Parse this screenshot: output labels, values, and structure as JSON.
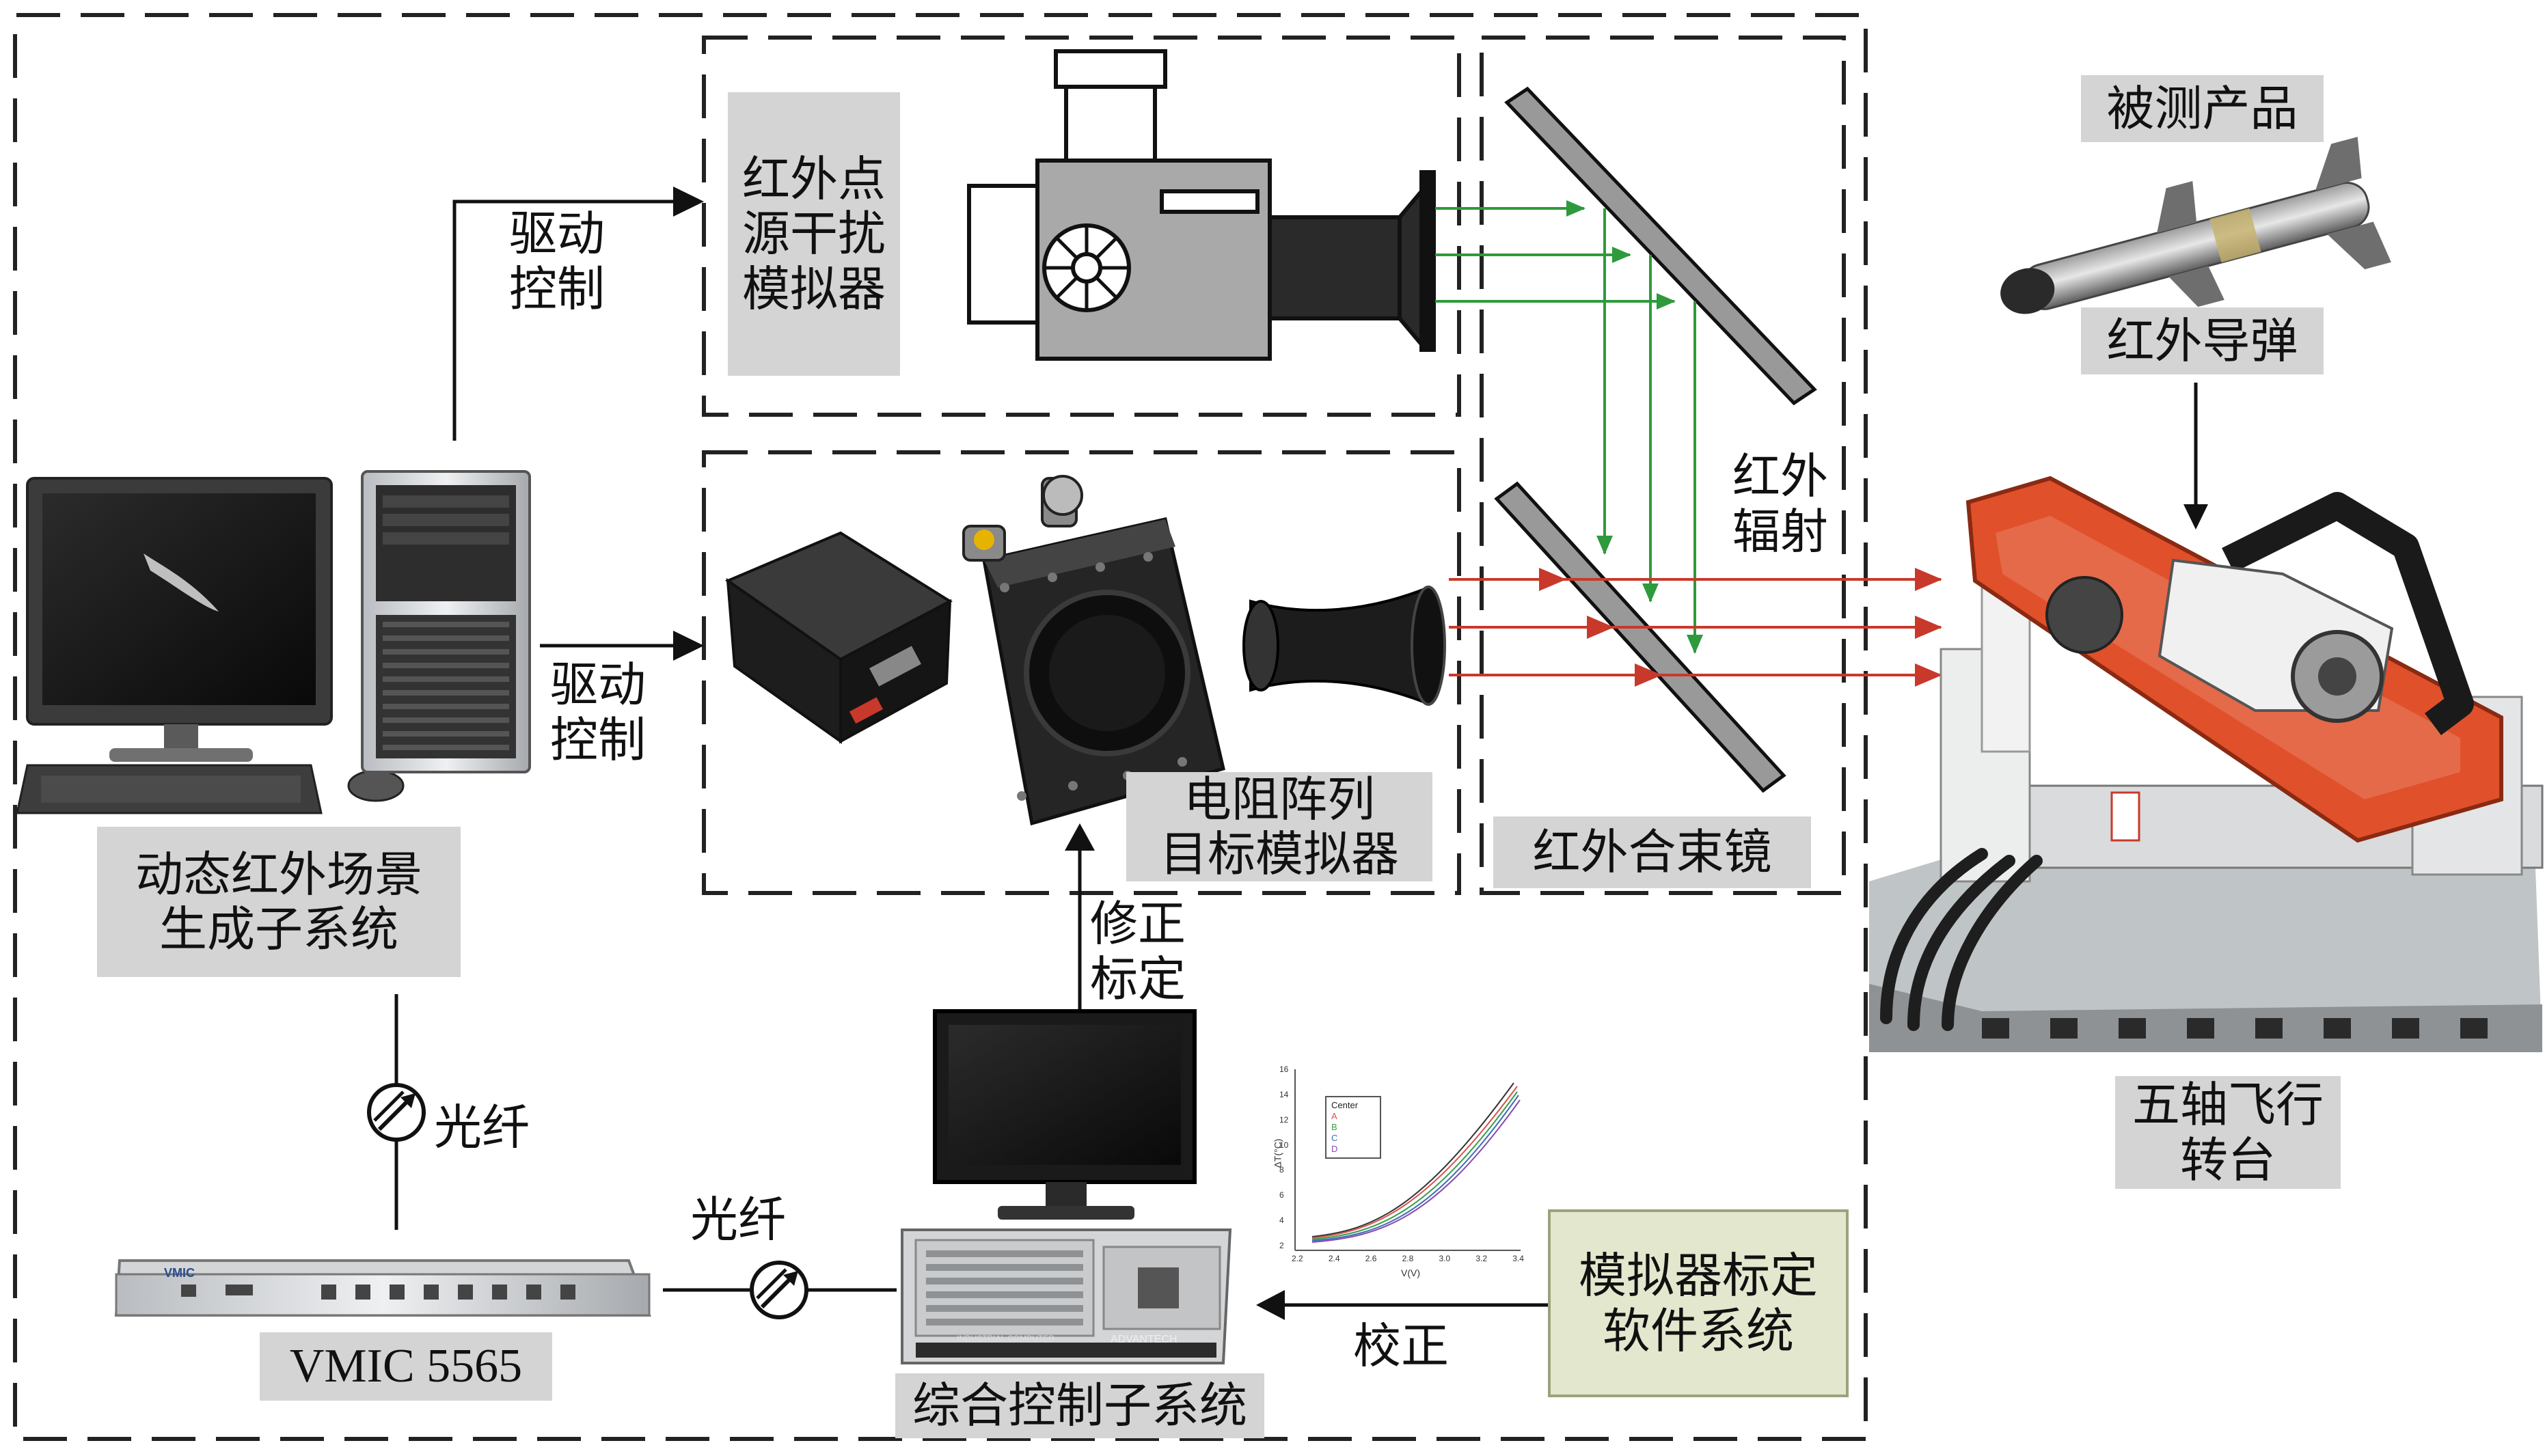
{
  "labels": {
    "scene_gen": [
      "动态红外场景",
      "生成子系统"
    ],
    "drive_control_top": [
      "驱动",
      "控制"
    ],
    "drive_control_mid": [
      "驱动",
      "控制"
    ],
    "point_source": [
      "红外点",
      "源干扰",
      "模拟器"
    ],
    "resistor_array": [
      "电阻阵列",
      "目标模拟器"
    ],
    "beam_combiner": "红外合束镜",
    "ir_radiation": [
      "红外",
      "辐射"
    ],
    "product_under_test": "被测产品",
    "ir_missile": "红外导弹",
    "five_axis_table": [
      "五轴飞行",
      "转台"
    ],
    "correction_calibration": [
      "修正",
      "标定"
    ],
    "fiber_left": "光纤",
    "fiber_bottom": "光纤",
    "vmic": "VMIC 5565",
    "integrated_control": "综合控制子系统",
    "calibration_software": [
      "模拟器标定",
      "软件系统"
    ],
    "calibrate": "校正"
  },
  "equipment_text": {
    "vmic_logo": "VMIC",
    "ipc_brand": "ADVANTECH",
    "ipc_label": "INDUSTRIAL COMPUTER",
    "chart_legend": [
      "Center",
      "A",
      "B",
      "C",
      "D"
    ],
    "chart_xlabel": "V(V)",
    "chart_ylabel": "ΔT(°C)",
    "chart_xticks": [
      "2.2",
      "2.4",
      "2.6",
      "2.8",
      "3.0",
      "3.2",
      "3.4"
    ],
    "chart_yticks": [
      "2",
      "4",
      "6",
      "8",
      "10",
      "12",
      "14",
      "16"
    ]
  },
  "colors": {
    "arrow_green": "#2e9a3c",
    "arrow_red": "#c8392b",
    "table_orange": "#e0502a",
    "label_grey": "#d4d4d4",
    "software_box": "#e3e7cd"
  }
}
